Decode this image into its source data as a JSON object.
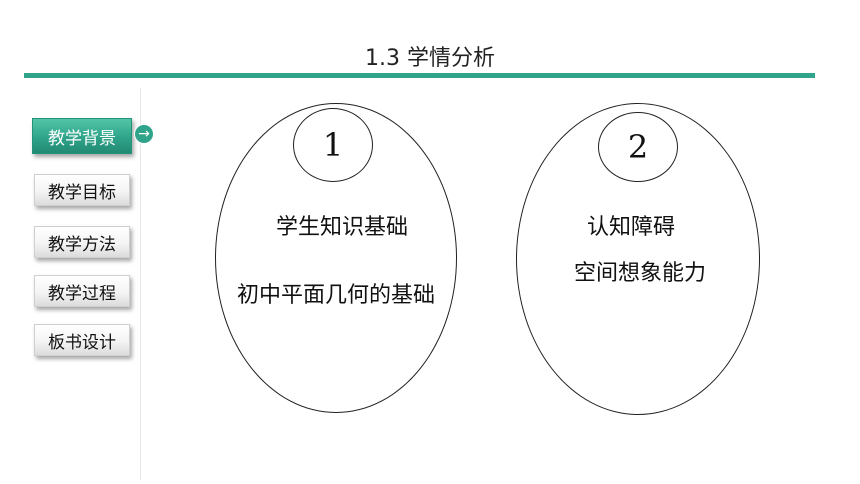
{
  "title": "1.3 学情分析",
  "nav": {
    "items": [
      {
        "label": "教学背景"
      },
      {
        "label": "教学目标"
      },
      {
        "label": "教学方法"
      },
      {
        "label": "教学过程"
      },
      {
        "label": "板书设计"
      }
    ],
    "active_index": 0,
    "active_icon": "circle-arrow-right-icon"
  },
  "cards": [
    {
      "number": "1",
      "heading": "学生知识基础",
      "body": "初中平面几何的基础"
    },
    {
      "number": "2",
      "heading": "认知障碍",
      "body": "空间想象能力"
    }
  ],
  "colors": {
    "accent": "#2fa48a"
  }
}
